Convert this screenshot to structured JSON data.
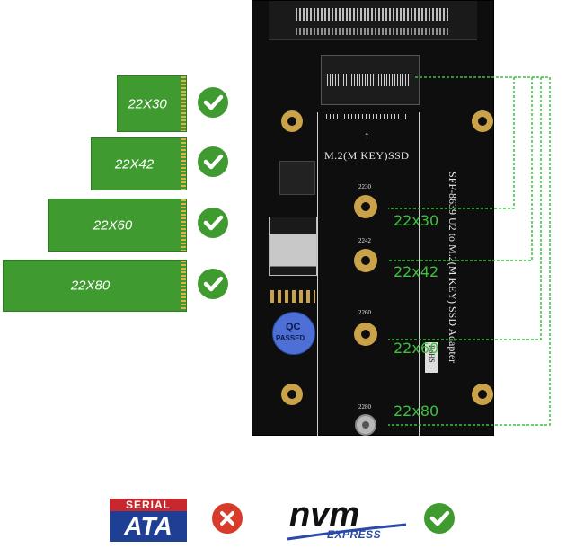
{
  "sticks": [
    {
      "label": "22X30"
    },
    {
      "label": "22X42"
    },
    {
      "label": "22X60"
    },
    {
      "label": "22X80"
    }
  ],
  "board": {
    "title": "M.2(M KEY)SSD",
    "side_text": "SFF-8639 U2 to M.2(M KEY) SSD Adapter",
    "mount_labels": [
      "2230",
      "2242",
      "2260",
      "2280"
    ],
    "qc_line1": "QC",
    "qc_line2": "PASSED",
    "rohs": "RoHS"
  },
  "overlay_labels": [
    "22x30",
    "22x42",
    "22x60",
    "22x80"
  ],
  "logos": {
    "sata_top": "SERIAL",
    "sata_main": "ATA",
    "nvm_main": "nvm",
    "nvm_sub": "EXPRESS"
  },
  "colors": {
    "stick_green": "#3f9a2f",
    "check_green": "#3f9a2f",
    "overlay_green": "#3ac23a",
    "cross_red": "#d93b2b",
    "board": "#0e0e0e",
    "gold": "#c9a24a"
  }
}
